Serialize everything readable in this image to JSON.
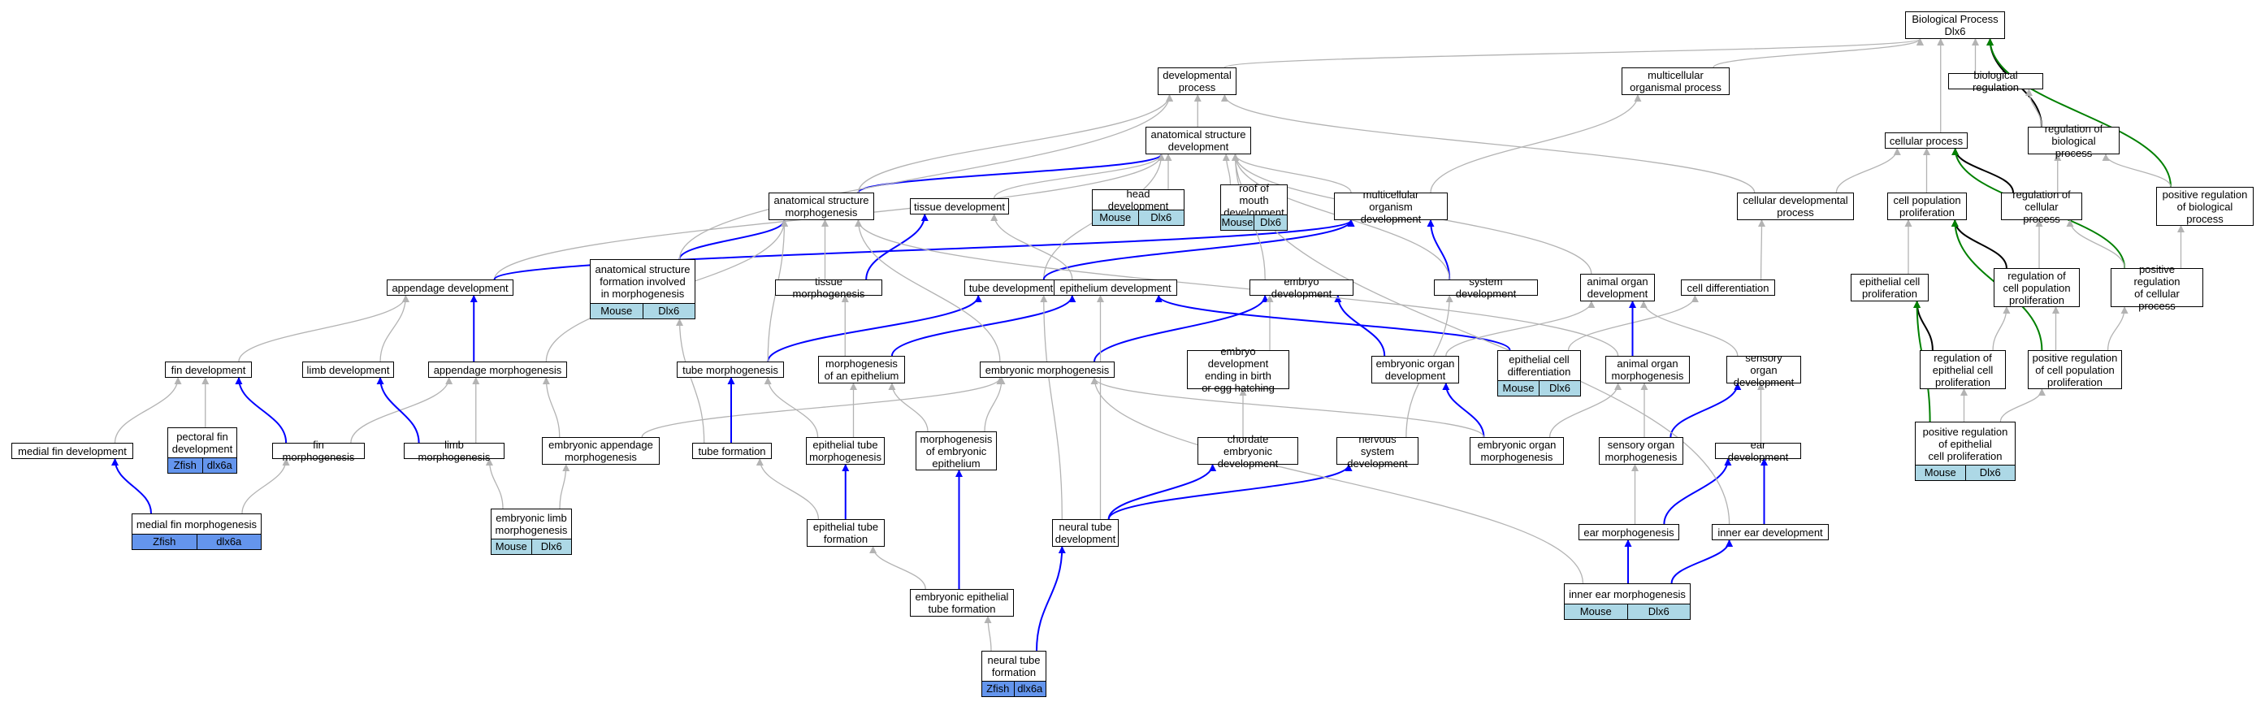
{
  "graph": {
    "nodes": [
      {
        "id": "bp",
        "label": "Biological Process\nDlx6"
      },
      {
        "id": "dev_proc",
        "label": "developmental\nprocess"
      },
      {
        "id": "multi_org",
        "label": "multicellular\norganismal process"
      },
      {
        "id": "bio_reg",
        "label": "biological regulation"
      },
      {
        "id": "anat_dev",
        "label": "anatomical structure\ndevelopment"
      },
      {
        "id": "cell_proc",
        "label": "cellular process"
      },
      {
        "id": "reg_bio",
        "label": "regulation of\nbiological process"
      },
      {
        "id": "anat_morph",
        "label": "anatomical structure\nmorphogenesis"
      },
      {
        "id": "tissue_dev",
        "label": "tissue development"
      },
      {
        "id": "head_dev",
        "label": "head development",
        "annotation": [
          "Mouse",
          "Dlx6"
        ],
        "species": "mouse"
      },
      {
        "id": "roof_mouth",
        "label": "roof of mouth\ndevelopment",
        "annotation": [
          "Mouse",
          "Dlx6"
        ],
        "species": "mouse"
      },
      {
        "id": "multi_org_dev",
        "label": "multicellular\norganism development"
      },
      {
        "id": "cell_dev_proc",
        "label": "cellular developmental\nprocess"
      },
      {
        "id": "cell_pop_prolif",
        "label": "cell population\nproliferation"
      },
      {
        "id": "reg_cell_proc",
        "label": "regulation of\ncellular process"
      },
      {
        "id": "pos_reg_bio",
        "label": "positive regulation\nof biological\nprocess"
      },
      {
        "id": "appendage_dev",
        "label": "appendage development"
      },
      {
        "id": "anat_form_morph",
        "label": "anatomical structure\nformation involved\nin morphogenesis",
        "annotation": [
          "Mouse",
          "Dlx6"
        ],
        "species": "mouse"
      },
      {
        "id": "tissue_morph",
        "label": "tissue morphogenesis"
      },
      {
        "id": "tube_dev",
        "label": "tube development"
      },
      {
        "id": "epith_dev",
        "label": "epithelium development"
      },
      {
        "id": "embryo_dev",
        "label": "embryo development"
      },
      {
        "id": "system_dev",
        "label": "system development"
      },
      {
        "id": "animal_organ_dev",
        "label": "animal organ\ndevelopment"
      },
      {
        "id": "cell_diff",
        "label": "cell differentiation"
      },
      {
        "id": "epith_cell_prolif",
        "label": "epithelial cell\nproliferation"
      },
      {
        "id": "reg_cell_pop_prolif",
        "label": "regulation of\ncell population\nproliferation"
      },
      {
        "id": "pos_reg_cell_proc",
        "label": "positive regulation\nof cellular\nprocess"
      },
      {
        "id": "fin_dev",
        "label": "fin development"
      },
      {
        "id": "limb_dev",
        "label": "limb development"
      },
      {
        "id": "appendage_morph",
        "label": "appendage morphogenesis"
      },
      {
        "id": "tube_morph",
        "label": "tube morphogenesis"
      },
      {
        "id": "morph_epith",
        "label": "morphogenesis\nof an epithelium"
      },
      {
        "id": "embryonic_morph",
        "label": "embryonic morphogenesis"
      },
      {
        "id": "embryo_dev_birth",
        "label": "embryo development\nending in birth\nor egg hatching"
      },
      {
        "id": "epith_cell_diff",
        "label": "epithelial cell\ndifferentiation",
        "annotation": [
          "Mouse",
          "Dlx6"
        ],
        "species": "mouse"
      },
      {
        "id": "embryonic_organ_dev",
        "label": "embryonic organ\ndevelopment"
      },
      {
        "id": "animal_organ_morph",
        "label": "animal organ\nmorphogenesis"
      },
      {
        "id": "sensory_organ_dev",
        "label": "sensory organ\ndevelopment"
      },
      {
        "id": "reg_epith_prolif",
        "label": "regulation of\nepithelial cell\nproliferation"
      },
      {
        "id": "pos_reg_cell_pop",
        "label": "positive regulation\nof cell population\nproliferation"
      },
      {
        "id": "medial_fin_dev",
        "label": "medial fin development"
      },
      {
        "id": "pectoral_fin_dev",
        "label": "pectoral fin\ndevelopment",
        "annotation": [
          "Zfish",
          "dlx6a"
        ],
        "species": "zfish"
      },
      {
        "id": "fin_morph",
        "label": "fin morphogenesis"
      },
      {
        "id": "limb_morph",
        "label": "limb morphogenesis"
      },
      {
        "id": "embr_app_morph",
        "label": "embryonic appendage\nmorphogenesis"
      },
      {
        "id": "tube_form",
        "label": "tube formation"
      },
      {
        "id": "epith_tube_morph",
        "label": "epithelial tube\nmorphogenesis"
      },
      {
        "id": "morph_embr_epith",
        "label": "morphogenesis\nof embryonic\nepithelium"
      },
      {
        "id": "chordate_embr_dev",
        "label": "chordate embryonic\ndevelopment"
      },
      {
        "id": "nervous_sys_dev",
        "label": "nervous system\ndevelopment"
      },
      {
        "id": "embr_organ_morph",
        "label": "embryonic organ\nmorphogenesis"
      },
      {
        "id": "sensory_organ_morph",
        "label": "sensory organ\nmorphogenesis"
      },
      {
        "id": "ear_dev",
        "label": "ear development"
      },
      {
        "id": "pos_reg_epith_prolif",
        "label": "positive regulation\nof epithelial\ncell proliferation",
        "annotation": [
          "Mouse",
          "Dlx6"
        ],
        "species": "mouse"
      },
      {
        "id": "medial_fin_morph",
        "label": "medial fin morphogenesis",
        "annotation": [
          "Zfish",
          "dlx6a"
        ],
        "species": "zfish"
      },
      {
        "id": "embr_limb_morph",
        "label": "embryonic limb\nmorphogenesis",
        "annotation": [
          "Mouse",
          "Dlx6"
        ],
        "species": "mouse"
      },
      {
        "id": "epith_tube_form",
        "label": "epithelial tube\nformation"
      },
      {
        "id": "neural_tube_dev",
        "label": "neural tube\ndevelopment"
      },
      {
        "id": "ear_morph",
        "label": "ear morphogenesis"
      },
      {
        "id": "inner_ear_dev",
        "label": "inner ear development"
      },
      {
        "id": "embr_epith_tube_form",
        "label": "embryonic epithelial\ntube formation"
      },
      {
        "id": "inner_ear_morph",
        "label": "inner ear morphogenesis",
        "annotation": [
          "Mouse",
          "Dlx6"
        ],
        "species": "mouse"
      },
      {
        "id": "neural_tube_form",
        "label": "neural tube\nformation",
        "annotation": [
          "Zfish",
          "dlx6a"
        ],
        "species": "zfish"
      }
    ],
    "edges": [
      [
        "dev_proc",
        "bp",
        "is_a"
      ],
      [
        "multi_org",
        "bp",
        "is_a"
      ],
      [
        "bio_reg",
        "bp",
        "is_a"
      ],
      [
        "cell_proc",
        "bp",
        "is_a"
      ],
      [
        "reg_bio",
        "bp",
        "regulates"
      ],
      [
        "pos_reg_bio",
        "bp",
        "positively_regulates"
      ],
      [
        "reg_bio",
        "bio_reg",
        "is_a"
      ],
      [
        "pos_reg_bio",
        "reg_bio",
        "is_a"
      ],
      [
        "anat_dev",
        "dev_proc",
        "is_a"
      ],
      [
        "anat_morph",
        "anat_dev",
        "part_of"
      ],
      [
        "anat_morph",
        "dev_proc",
        "is_a"
      ],
      [
        "tissue_dev",
        "anat_dev",
        "is_a"
      ],
      [
        "head_dev",
        "anat_dev",
        "is_a"
      ],
      [
        "roof_mouth",
        "anat_dev",
        "is_a"
      ],
      [
        "multi_org_dev",
        "anat_dev",
        "is_a"
      ],
      [
        "multi_org_dev",
        "multi_org",
        "is_a"
      ],
      [
        "cell_dev_proc",
        "dev_proc",
        "is_a"
      ],
      [
        "cell_dev_proc",
        "cell_proc",
        "is_a"
      ],
      [
        "cell_pop_prolif",
        "cell_proc",
        "is_a"
      ],
      [
        "reg_cell_proc",
        "cell_proc",
        "regulates"
      ],
      [
        "reg_cell_proc",
        "reg_bio",
        "is_a"
      ],
      [
        "pos_reg_cell_proc",
        "cell_proc",
        "positively_regulates"
      ],
      [
        "pos_reg_cell_proc",
        "reg_cell_proc",
        "is_a"
      ],
      [
        "pos_reg_cell_proc",
        "pos_reg_bio",
        "is_a"
      ],
      [
        "appendage_dev",
        "anat_dev",
        "is_a"
      ],
      [
        "appendage_dev",
        "multi_org_dev",
        "part_of"
      ],
      [
        "anat_form_morph",
        "anat_morph",
        "part_of"
      ],
      [
        "anat_form_morph",
        "dev_proc",
        "is_a"
      ],
      [
        "tissue_morph",
        "anat_morph",
        "is_a"
      ],
      [
        "tissue_morph",
        "tissue_dev",
        "part_of"
      ],
      [
        "tube_dev",
        "anat_dev",
        "is_a"
      ],
      [
        "tube_dev",
        "multi_org_dev",
        "part_of"
      ],
      [
        "epith_dev",
        "tissue_dev",
        "is_a"
      ],
      [
        "embryo_dev",
        "anat_dev",
        "is_a"
      ],
      [
        "system_dev",
        "multi_org_dev",
        "part_of"
      ],
      [
        "system_dev",
        "anat_dev",
        "is_a"
      ],
      [
        "animal_organ_dev",
        "anat_dev",
        "is_a"
      ],
      [
        "cell_diff",
        "cell_dev_proc",
        "is_a"
      ],
      [
        "epith_cell_prolif",
        "cell_pop_prolif",
        "is_a"
      ],
      [
        "reg_cell_pop_prolif",
        "cell_pop_prolif",
        "regulates"
      ],
      [
        "reg_cell_pop_prolif",
        "reg_cell_proc",
        "is_a"
      ],
      [
        "fin_dev",
        "appendage_dev",
        "is_a"
      ],
      [
        "limb_dev",
        "appendage_dev",
        "is_a"
      ],
      [
        "appendage_morph",
        "appendage_dev",
        "part_of"
      ],
      [
        "appendage_morph",
        "anat_morph",
        "is_a"
      ],
      [
        "tube_morph",
        "tube_dev",
        "part_of"
      ],
      [
        "tube_morph",
        "anat_morph",
        "is_a"
      ],
      [
        "morph_epith",
        "epith_dev",
        "part_of"
      ],
      [
        "morph_epith",
        "tissue_morph",
        "is_a"
      ],
      [
        "embryonic_morph",
        "embryo_dev",
        "part_of"
      ],
      [
        "embryonic_morph",
        "anat_morph",
        "is_a"
      ],
      [
        "embryo_dev_birth",
        "embryo_dev",
        "is_a"
      ],
      [
        "epith_cell_diff",
        "epith_dev",
        "part_of"
      ],
      [
        "epith_cell_diff",
        "cell_diff",
        "is_a"
      ],
      [
        "embryonic_organ_dev",
        "embryo_dev",
        "part_of"
      ],
      [
        "embryonic_organ_dev",
        "animal_organ_dev",
        "is_a"
      ],
      [
        "animal_organ_morph",
        "animal_organ_dev",
        "part_of"
      ],
      [
        "animal_organ_morph",
        "anat_morph",
        "is_a"
      ],
      [
        "sensory_organ_dev",
        "animal_organ_dev",
        "is_a"
      ],
      [
        "reg_epith_prolif",
        "epith_cell_prolif",
        "regulates"
      ],
      [
        "reg_epith_prolif",
        "reg_cell_pop_prolif",
        "is_a"
      ],
      [
        "pos_reg_cell_pop",
        "cell_pop_prolif",
        "positively_regulates"
      ],
      [
        "pos_reg_cell_pop",
        "reg_cell_pop_prolif",
        "is_a"
      ],
      [
        "pos_reg_cell_pop",
        "pos_reg_cell_proc",
        "is_a"
      ],
      [
        "medial_fin_dev",
        "fin_dev",
        "is_a"
      ],
      [
        "pectoral_fin_dev",
        "fin_dev",
        "is_a"
      ],
      [
        "fin_morph",
        "fin_dev",
        "part_of"
      ],
      [
        "fin_morph",
        "appendage_morph",
        "is_a"
      ],
      [
        "limb_morph",
        "limb_dev",
        "part_of"
      ],
      [
        "limb_morph",
        "appendage_morph",
        "is_a"
      ],
      [
        "embr_app_morph",
        "appendage_morph",
        "is_a"
      ],
      [
        "embr_app_morph",
        "embryonic_morph",
        "is_a"
      ],
      [
        "tube_form",
        "tube_morph",
        "part_of"
      ],
      [
        "tube_form",
        "anat_form_morph",
        "is_a"
      ],
      [
        "epith_tube_morph",
        "tube_morph",
        "is_a"
      ],
      [
        "epith_tube_morph",
        "morph_epith",
        "is_a"
      ],
      [
        "morph_embr_epith",
        "morph_epith",
        "is_a"
      ],
      [
        "morph_embr_epith",
        "embryonic_morph",
        "is_a"
      ],
      [
        "chordate_embr_dev",
        "embryo_dev_birth",
        "is_a"
      ],
      [
        "nervous_sys_dev",
        "system_dev",
        "is_a"
      ],
      [
        "embr_organ_morph",
        "embryonic_organ_dev",
        "part_of"
      ],
      [
        "embr_organ_morph",
        "animal_organ_morph",
        "is_a"
      ],
      [
        "embr_organ_morph",
        "embryonic_morph",
        "is_a"
      ],
      [
        "sensory_organ_morph",
        "sensory_organ_dev",
        "part_of"
      ],
      [
        "sensory_organ_morph",
        "animal_organ_morph",
        "is_a"
      ],
      [
        "ear_dev",
        "sensory_organ_dev",
        "is_a"
      ],
      [
        "pos_reg_epith_prolif",
        "epith_cell_prolif",
        "positively_regulates"
      ],
      [
        "pos_reg_epith_prolif",
        "reg_epith_prolif",
        "is_a"
      ],
      [
        "pos_reg_epith_prolif",
        "pos_reg_cell_pop",
        "is_a"
      ],
      [
        "medial_fin_morph",
        "medial_fin_dev",
        "part_of"
      ],
      [
        "medial_fin_morph",
        "fin_morph",
        "is_a"
      ],
      [
        "embr_limb_morph",
        "limb_morph",
        "is_a"
      ],
      [
        "embr_limb_morph",
        "embr_app_morph",
        "is_a"
      ],
      [
        "epith_tube_form",
        "epith_tube_morph",
        "part_of"
      ],
      [
        "epith_tube_form",
        "tube_form",
        "is_a"
      ],
      [
        "neural_tube_dev",
        "chordate_embr_dev",
        "part_of"
      ],
      [
        "neural_tube_dev",
        "nervous_sys_dev",
        "part_of"
      ],
      [
        "neural_tube_dev",
        "tube_dev",
        "is_a"
      ],
      [
        "neural_tube_dev",
        "epith_dev",
        "is_a"
      ],
      [
        "ear_morph",
        "ear_dev",
        "part_of"
      ],
      [
        "ear_morph",
        "sensory_organ_morph",
        "is_a"
      ],
      [
        "inner_ear_dev",
        "ear_dev",
        "part_of"
      ],
      [
        "inner_ear_dev",
        "anat_dev",
        "is_a"
      ],
      [
        "embr_epith_tube_form",
        "epith_tube_form",
        "is_a"
      ],
      [
        "embr_epith_tube_form",
        "morph_embr_epith",
        "part_of"
      ],
      [
        "inner_ear_morph",
        "ear_morph",
        "part_of"
      ],
      [
        "inner_ear_morph",
        "inner_ear_dev",
        "part_of"
      ],
      [
        "inner_ear_morph",
        "embryonic_morph",
        "is_a"
      ],
      [
        "neural_tube_form",
        "neural_tube_dev",
        "part_of"
      ],
      [
        "neural_tube_form",
        "embr_epith_tube_form",
        "is_a"
      ]
    ]
  },
  "colors": {
    "is_a": "#b3b3b3",
    "part_of": "#0000ff",
    "regulates": "#000000",
    "positively_regulates": "#008000",
    "mouse_annotation": "#add8e6",
    "zfish_annotation": "#6495ed"
  }
}
